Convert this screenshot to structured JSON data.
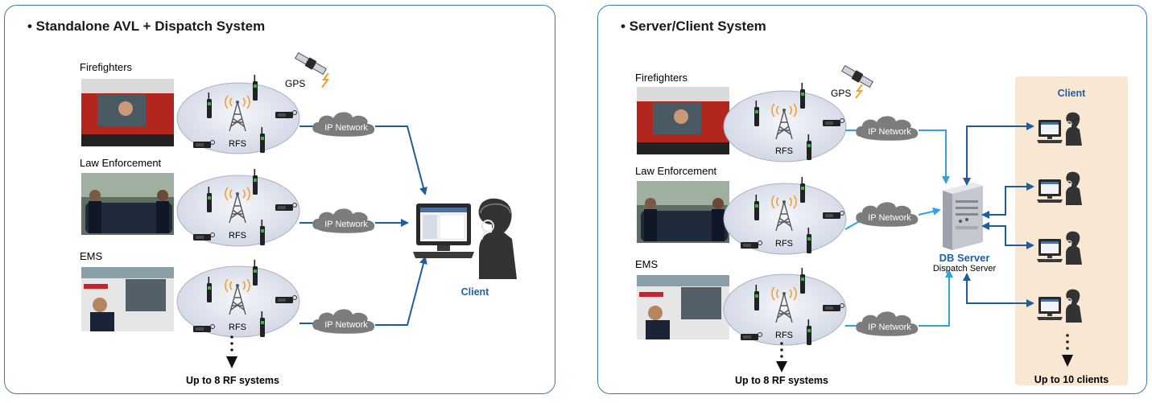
{
  "left_panel": {
    "title": "• Standalone AVL + Dispatch System",
    "groups": [
      "Firefighters",
      "Law Enforcement",
      "EMS"
    ],
    "gps_label": "GPS",
    "rfs_label": "RFS",
    "network_label": "IP Network",
    "client_label": "Client",
    "footer": "Up to 8 RF systems"
  },
  "right_panel": {
    "title": "• Server/Client System",
    "groups": [
      "Firefighters",
      "Law Enforcement",
      "EMS"
    ],
    "gps_label": "GPS",
    "rfs_label": "RFS",
    "network_label": "IP Network",
    "server_title": "DB Server",
    "server_subtitle": "Dispatch Server",
    "client_header": "Client",
    "footer_rf": "Up to 8 RF systems",
    "footer_clients": "Up to 10 clients"
  },
  "colors": {
    "border": "#3a78b4",
    "accent_blue": "#1f5fa8",
    "link_dark": "#1e5c9e",
    "link_light": "#2fa3e0",
    "cloud": "#7c7c7c",
    "bubble": "#e2e6f0",
    "client_panel": "#f8e8d3",
    "gps_bolt": "#f0a030"
  }
}
